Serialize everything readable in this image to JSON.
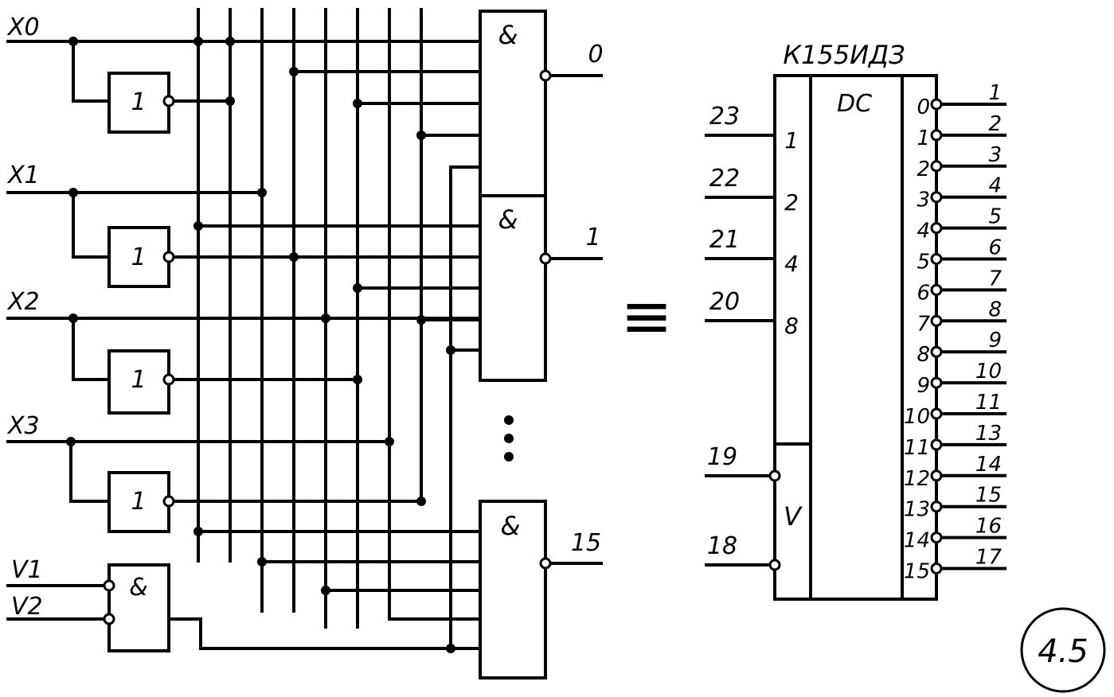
{
  "inputs": [
    {
      "label": "X0"
    },
    {
      "label": "X1"
    },
    {
      "label": "X2"
    },
    {
      "label": "X3"
    }
  ],
  "enables": [
    {
      "label": "V1"
    },
    {
      "label": "V2"
    }
  ],
  "gates": {
    "not_symbol": "1",
    "and_symbol": "&"
  },
  "outputs": [
    {
      "label": "0"
    },
    {
      "label": "1"
    },
    {
      "label": "15"
    }
  ],
  "equivalence_symbol": "≡",
  "chip": {
    "title": "К155ИДЗ",
    "function": "DC",
    "enable_label": "V",
    "address_weights": [
      "1",
      "2",
      "4",
      "8"
    ],
    "address_pins": [
      "23",
      "22",
      "21",
      "20"
    ],
    "enable_pins": [
      "19",
      "18"
    ],
    "output_numbers": [
      "0",
      "1",
      "2",
      "3",
      "4",
      "5",
      "6",
      "7",
      "8",
      "9",
      "10",
      "11",
      "12",
      "13",
      "14",
      "15"
    ],
    "output_pins": [
      "1",
      "2",
      "3",
      "4",
      "5",
      "6",
      "7",
      "8",
      "9",
      "10",
      "11",
      "13",
      "14",
      "15",
      "16",
      "17"
    ]
  },
  "figure_number": "4.5"
}
